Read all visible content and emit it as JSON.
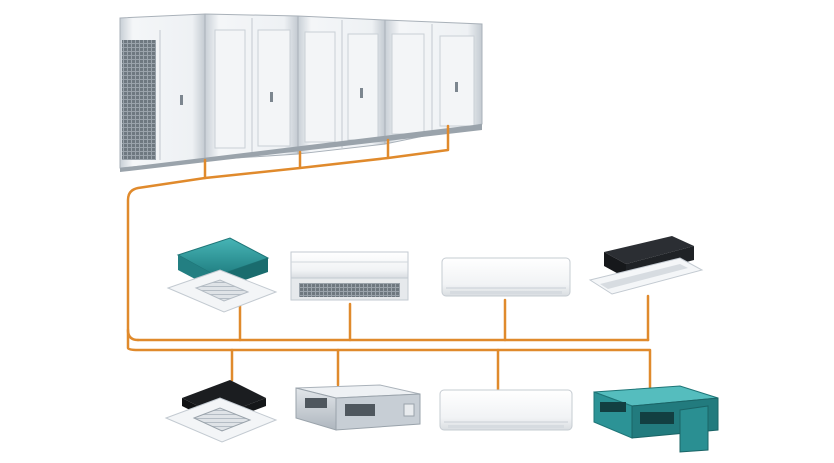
{
  "diagram": {
    "pipe_color": "#e08a2c",
    "outdoor": {
      "module_count": 4,
      "fan_count": 4
    },
    "indoor_units": {
      "top_row": [
        {
          "type": "four-way cassette (teal housing)"
        },
        {
          "type": "ceiling & floor unit"
        },
        {
          "type": "wall-mounted split"
        },
        {
          "type": "one-way cassette (dark housing)"
        }
      ],
      "bottom_row": [
        {
          "type": "four-way cassette (black housing)"
        },
        {
          "type": "high static duct (grey)"
        },
        {
          "type": "wall-mounted split"
        },
        {
          "type": "high static duct (teal)"
        }
      ]
    },
    "colors": {
      "metal_light": "#eef1f4",
      "metal_mid": "#d7dde3",
      "metal_dark": "#b9c2cb",
      "teal": "#2f9ea1",
      "teal_dark": "#1e7577",
      "black": "#1b1d20",
      "white_unit": "#f7f8fa"
    }
  }
}
